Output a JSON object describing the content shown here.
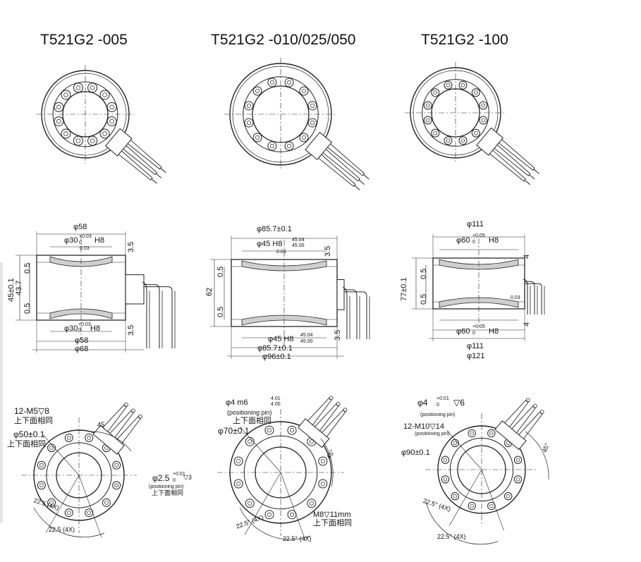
{
  "models": [
    {
      "title": "T521G2 -005",
      "front": {
        "top_dims": [
          "φ58",
          "φ30",
          "+0.03",
          "0",
          "H8"
        ],
        "bottom_dims": [
          "φ30",
          "+0.03",
          "0",
          "H8",
          "φ58",
          "φ68"
        ],
        "left_dims": [
          "45±0.1",
          "43.7",
          "0.5",
          "0.5"
        ],
        "right_dims": [
          "3.5",
          "3.5"
        ],
        "flatness": "0.03"
      },
      "bottom": {
        "thread": "12-M5",
        "thread_depth": "8",
        "same_both_sides_1": "上下面相同",
        "pcd": "φ50±0.1",
        "same_both_sides_2": "上下面相同",
        "angle_45": "45",
        "pin": "φ2.5",
        "pin_tol_upper": "+0.01",
        "pin_tol_lower": "0",
        "pin_depth": "3",
        "pin_note": "(positioning pin)",
        "same_both_sides_3": "上下面相同",
        "angle_a": "22.5",
        "angle_a_count": "(4X)",
        "angle_b": "22.5",
        "angle_b_count": "(4X)"
      }
    },
    {
      "title": "T521G2 -010/025/050",
      "front": {
        "top_dims": [
          "φ85.7±0.1",
          "φ45 H8",
          "45.04",
          "45.00"
        ],
        "bottom_dims": [
          "φ45 H8",
          "45.04",
          "45.00",
          "φ85.7±0.1",
          "φ96±0.1"
        ],
        "left_dims": [
          "62",
          "0.5",
          "0.5"
        ],
        "right_dims": [
          "3.5",
          "3.5"
        ],
        "flatness": "0.03"
      },
      "bottom": {
        "pin": "φ4 m6",
        "pin_tol_upper": "4.01",
        "pin_tol_lower": "4.00",
        "pin_note": "(positioning pin)",
        "same_both_sides_1": "上下面相同",
        "pcd": "φ70±0.1",
        "angle_45": "45°",
        "thread": "M8",
        "thread_depth": "11mm",
        "same_both_sides_2": "上下面相同",
        "angle_a": "22.5°",
        "angle_a_count": "(4X)",
        "angle_b": "22.5°",
        "angle_b_count": "(4X)"
      }
    },
    {
      "title": "T521G2 -100",
      "front": {
        "top_dims": [
          "φ111",
          "φ60",
          "+0.05",
          "0",
          "H8"
        ],
        "bottom_dims": [
          "φ60",
          "+0.05",
          "0",
          "H8",
          "φ111",
          "φ121"
        ],
        "left_dims": [
          "77±0.1",
          "0.5",
          "0.5"
        ],
        "right_dims": [
          "4",
          "4"
        ],
        "flatness": "0.03"
      },
      "bottom": {
        "pin": "φ4",
        "pin_tol_upper": "+0.01",
        "pin_tol_lower": "0",
        "pin_depth": "6",
        "pin_note": "(positioning pin)",
        "thread": "12-M10",
        "thread_depth": "14",
        "same_both_sides_1": "(positioning pin)",
        "pcd": "φ90±0.1",
        "angle_45": "45°",
        "angle_a": "22.5°",
        "angle_a_count": "(4X)",
        "angle_b": "22.5°",
        "angle_b_count": "(4X)"
      }
    }
  ],
  "colors": {
    "line": "#222222",
    "fill_section": "#cfcfcf",
    "background": "#ffffff"
  }
}
